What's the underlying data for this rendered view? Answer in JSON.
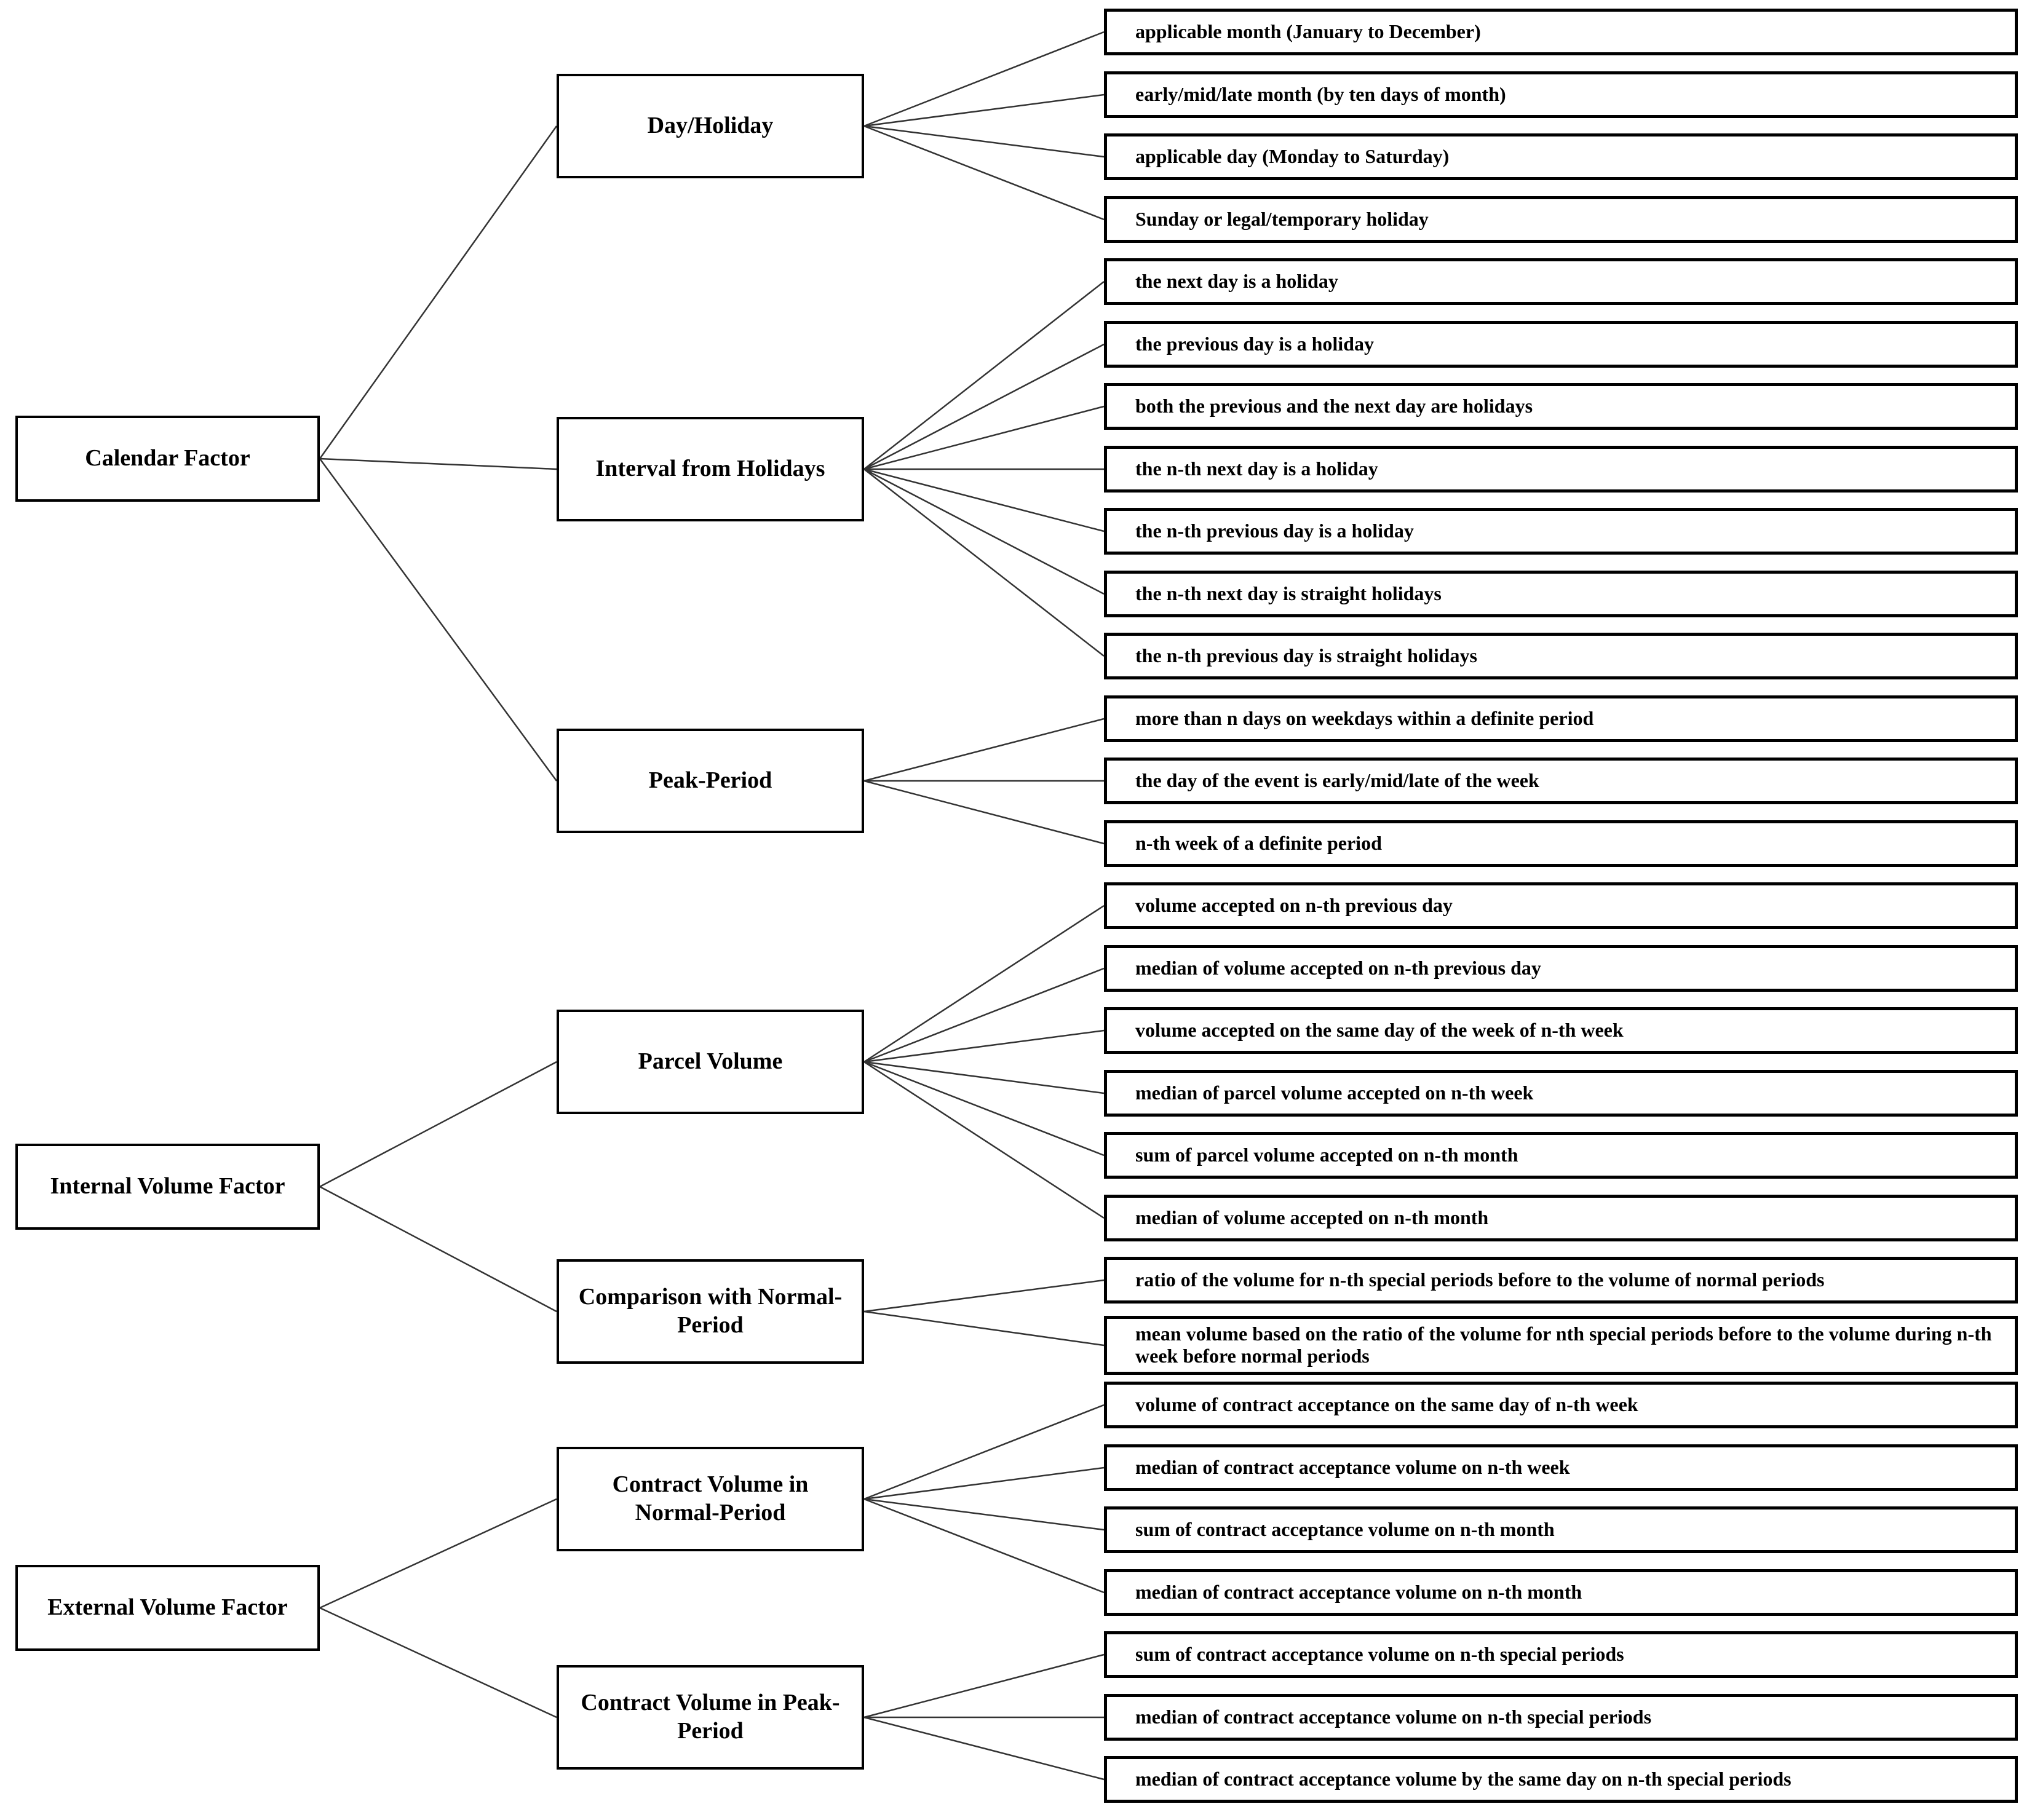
{
  "colors": {
    "background": "#ffffff",
    "box_border": "#000000",
    "text": "#000000",
    "connector_line": "#333333"
  },
  "diagram": {
    "roots": [
      {
        "label": "Calendar Factor",
        "children": [
          {
            "label": "Day/Holiday",
            "leaves": [
              "applicable month (January to December)",
              "early/mid/late month (by ten days of month)",
              "applicable day (Monday to Saturday)",
              "Sunday or legal/temporary holiday"
            ]
          },
          {
            "label": "Interval from Holidays",
            "leaves": [
              "the next day is a holiday",
              "the previous day is a holiday",
              "both the previous and the next day are holidays",
              "the n-th next day is a holiday",
              "the n-th previous day is a holiday",
              "the n-th next day is straight holidays",
              "the n-th previous day is straight holidays"
            ]
          },
          {
            "label": "Peak-Period",
            "leaves": [
              "more than n days on weekdays within a definite period",
              "the day of the event is early/mid/late of the week",
              "n-th week of a definite period"
            ]
          }
        ]
      },
      {
        "label": "Internal Volume Factor",
        "children": [
          {
            "label": "Parcel Volume",
            "leaves": [
              "volume accepted on n-th previous day",
              "median of volume accepted on n-th previous day",
              "volume accepted on the same day of the week of n-th week",
              "median of parcel volume accepted on n-th week",
              "sum of parcel volume accepted on n-th month",
              "median of volume accepted on n-th month"
            ]
          },
          {
            "label": "Comparison with Normal-Period",
            "leaves": [
              "ratio of the volume for n-th special periods before to the volume of normal periods",
              "mean volume based on the ratio of the volume for nth special periods before to the volume during n-th week before normal periods"
            ]
          }
        ]
      },
      {
        "label": "External Volume Factor",
        "children": [
          {
            "label": "Contract Volume in Normal-Period",
            "leaves": [
              "volume of contract acceptance on the same day of n-th week",
              "median of contract acceptance volume on n-th week",
              "sum of contract acceptance volume on n-th month",
              "median of contract acceptance volume on n-th month"
            ]
          },
          {
            "label": "Contract Volume in Peak-Period",
            "leaves": [
              "sum of contract acceptance volume on n-th special periods",
              "median of contract acceptance volume on n-th special periods",
              "median of contract acceptance volume by the same day on n-th special periods"
            ]
          }
        ]
      }
    ]
  }
}
